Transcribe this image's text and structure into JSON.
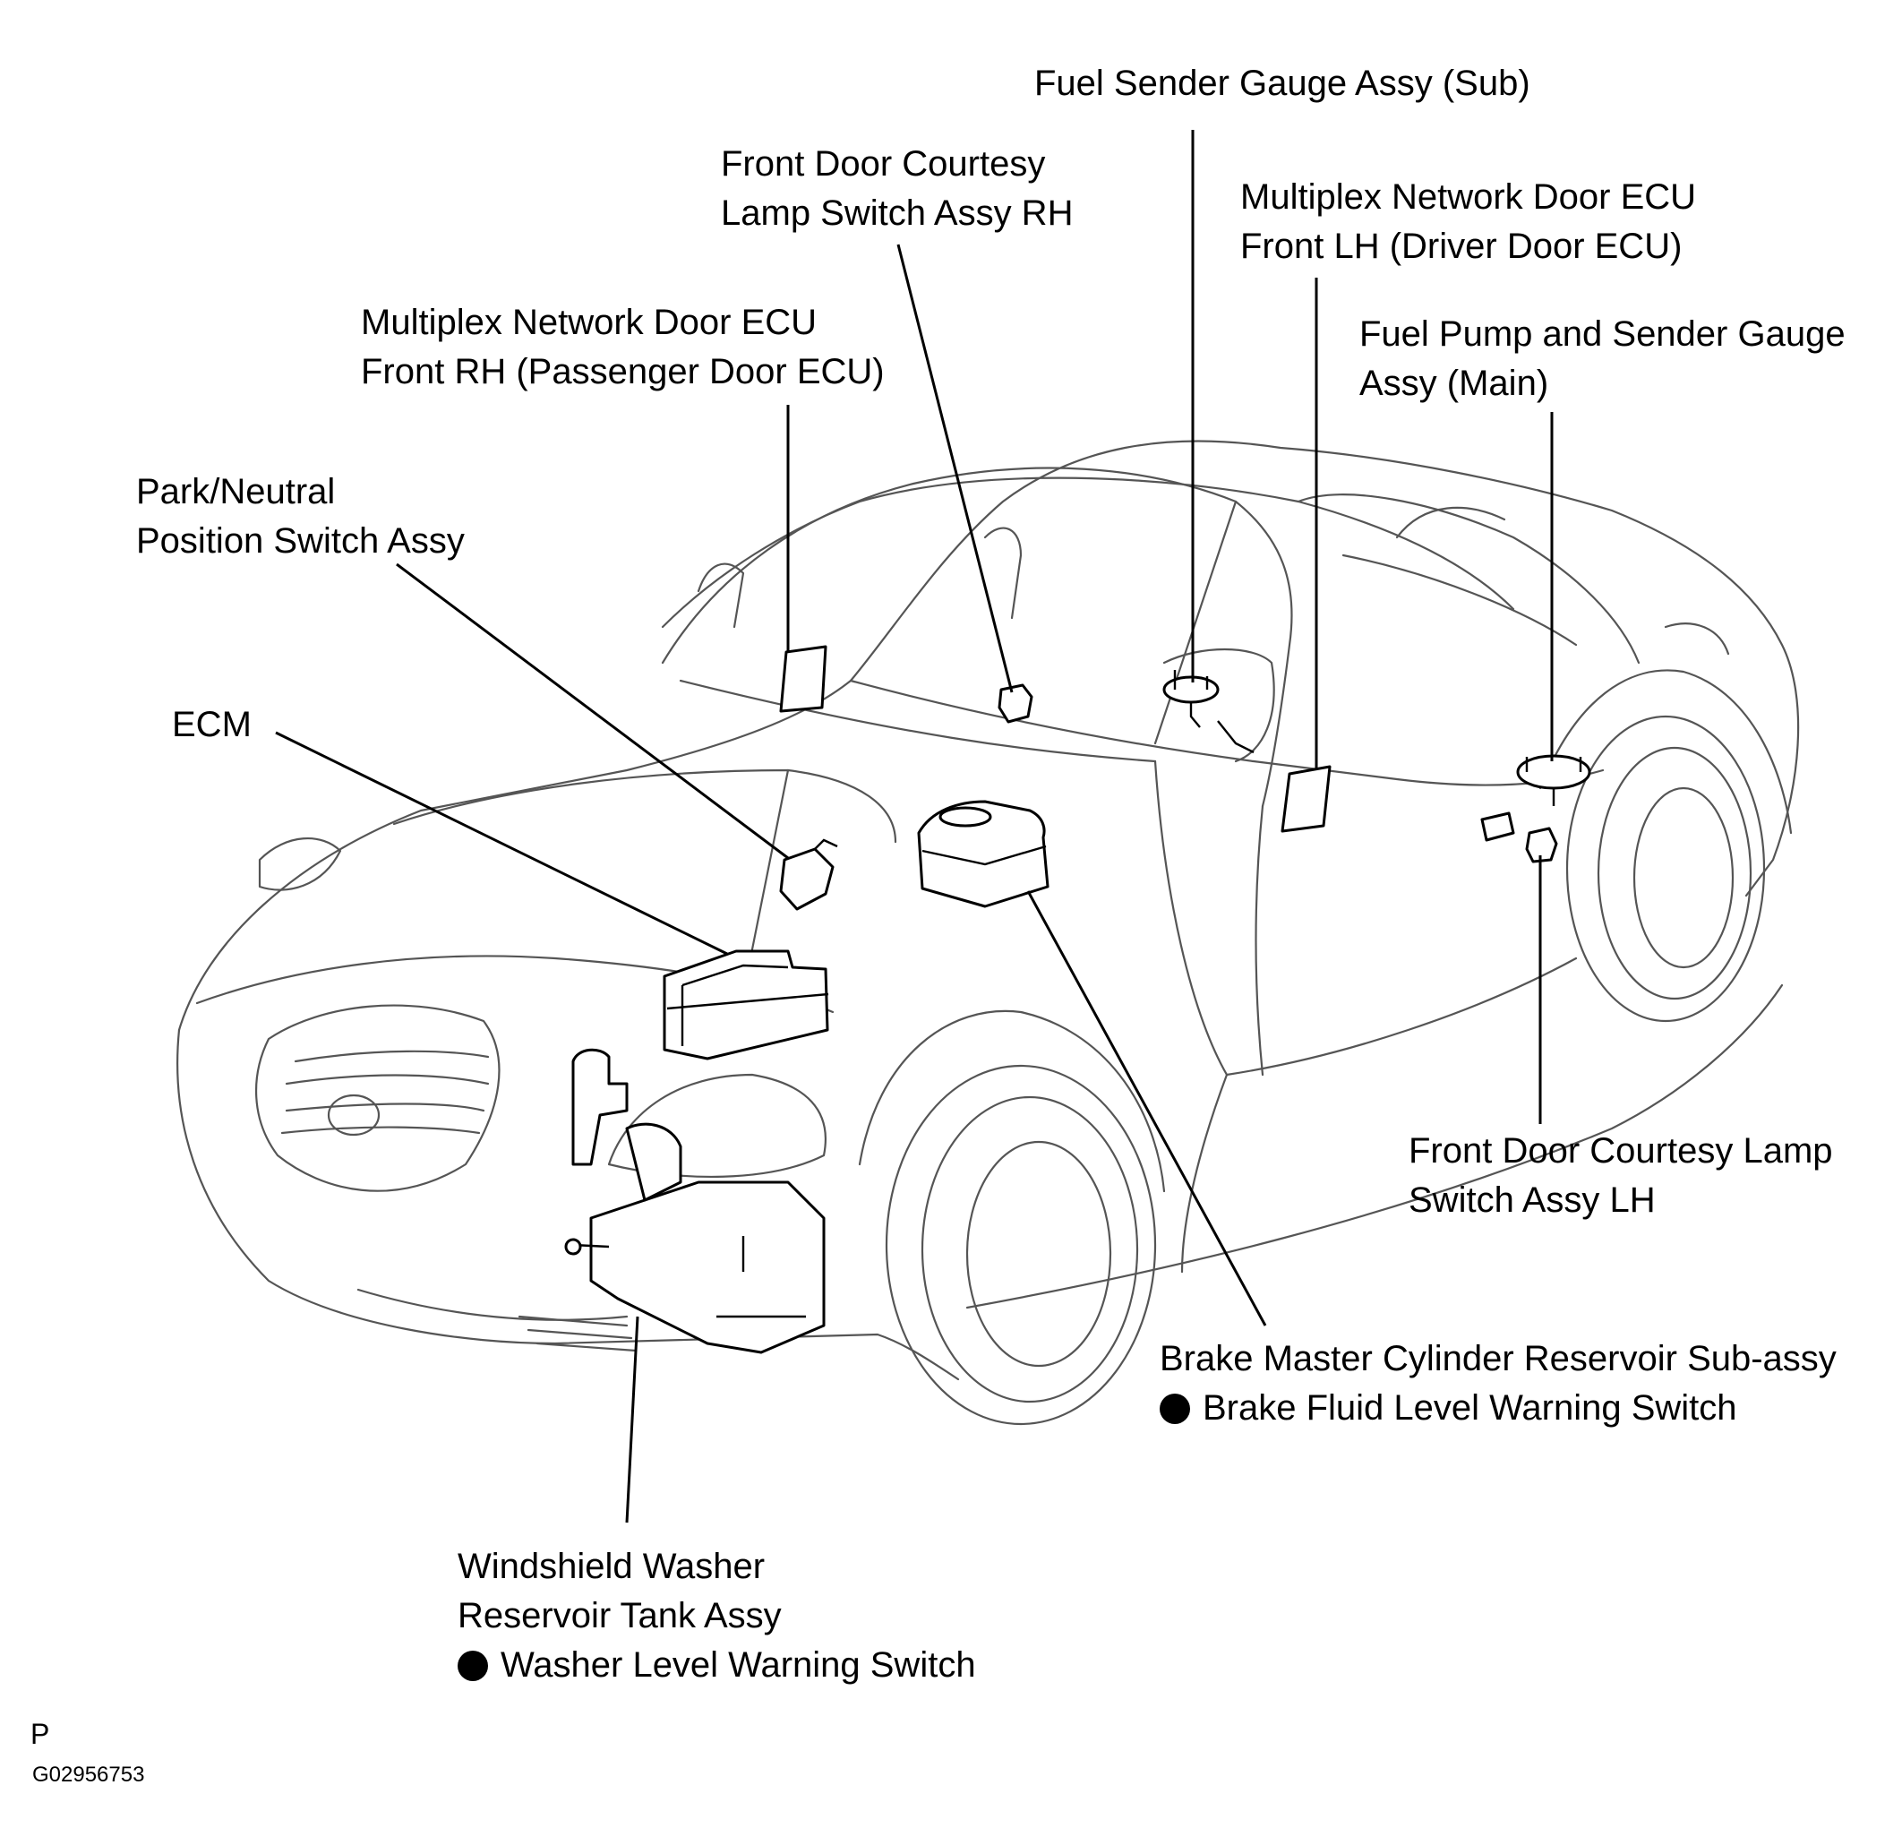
{
  "labels": {
    "fuel_sender_sub": "Fuel Sender Gauge Assy (Sub)",
    "front_door_courtesy_rh": [
      "Front Door Courtesy",
      "Lamp Switch Assy RH"
    ],
    "door_ecu_front_lh": [
      "Multiplex Network Door ECU",
      "Front LH (Driver Door ECU)"
    ],
    "door_ecu_front_rh": [
      "Multiplex Network Door ECU",
      "Front RH (Passenger Door ECU)"
    ],
    "fuel_pump_main": [
      "Fuel Pump and Sender Gauge",
      "Assy (Main)"
    ],
    "park_neutral_switch": [
      "Park/Neutral",
      "Position Switch Assy"
    ],
    "ecm": "ECM",
    "front_door_courtesy_lh": [
      "Front Door Courtesy Lamp",
      "Switch Assy LH"
    ],
    "brake_reservoir": [
      "Brake Master Cylinder Reservoir Sub-assy",
      "Brake Fluid Level Warning Switch"
    ],
    "washer_tank": [
      "Windshield Washer",
      "Reservoir Tank Assy",
      "Washer Level Warning Switch"
    ]
  },
  "footer": {
    "page_mark": "P",
    "figure_code": "G02956753"
  }
}
